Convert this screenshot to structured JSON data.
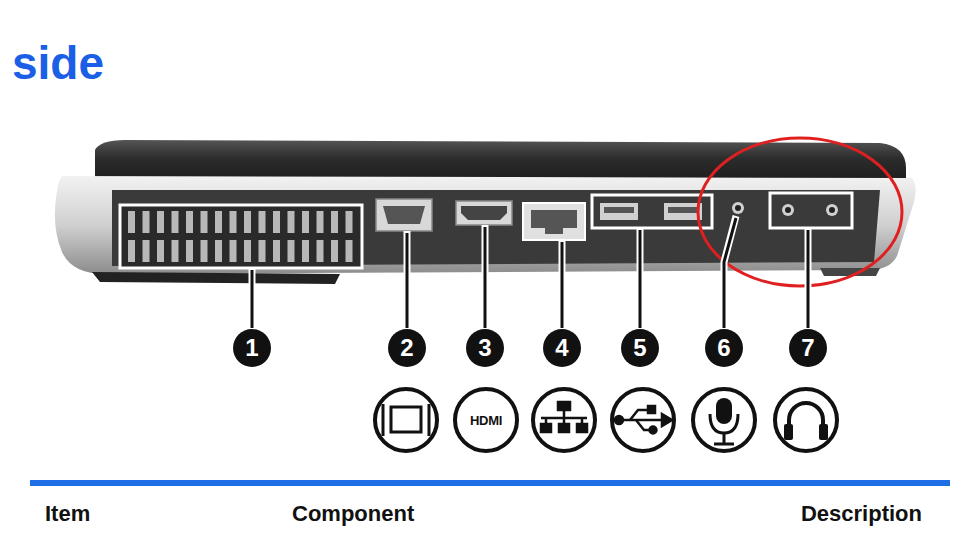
{
  "diagram": {
    "title": "side",
    "labels": [
      "1",
      "2",
      "3",
      "4",
      "5",
      "6",
      "7",
      "HDMI",
      "Item",
      "Component",
      "Description"
    ]
  }
}
